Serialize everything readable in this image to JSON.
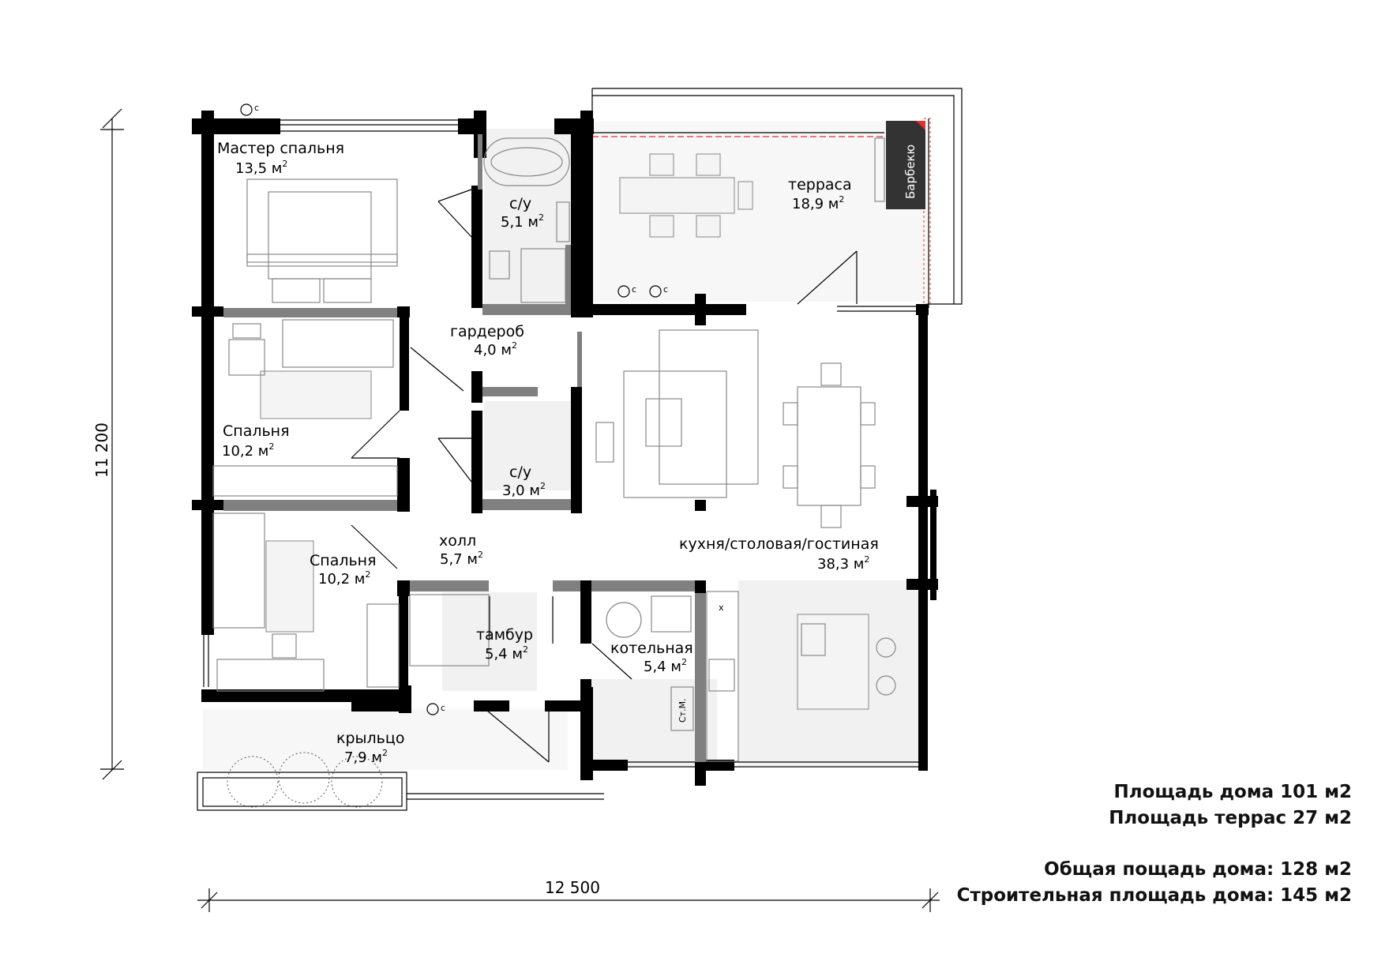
{
  "dimensions": {
    "width_label": "12 500",
    "height_label": "11 200"
  },
  "area_unit_suffix": "2",
  "rooms": [
    {
      "id": "master-bedroom",
      "name": "Мастер спальня",
      "area": "13,5 м"
    },
    {
      "id": "bathroom-1",
      "name": "с/у",
      "area": "5,1 м"
    },
    {
      "id": "terrace",
      "name": "терраса",
      "area": "18,9 м"
    },
    {
      "id": "wardrobe",
      "name": "гардероб",
      "area": "4,0 м"
    },
    {
      "id": "bedroom-1",
      "name": "Спальня",
      "area": "10,2 м"
    },
    {
      "id": "bathroom-2",
      "name": "с/у",
      "area": "3,0 м"
    },
    {
      "id": "hall",
      "name": "холл",
      "area": "5,7 м"
    },
    {
      "id": "bedroom-2",
      "name": "Спальня",
      "area": "10,2 м"
    },
    {
      "id": "kitchen-living",
      "name": "кухня/столовая/гостиная",
      "area": "38,3 м"
    },
    {
      "id": "vestibule",
      "name": "тамбур",
      "area": "5,4 м"
    },
    {
      "id": "boiler-room",
      "name": "котельная",
      "area": "5,4 м"
    },
    {
      "id": "porch",
      "name": "крыльцо",
      "area": "7,9 м"
    }
  ],
  "labels": {
    "bbq": "Барбекю",
    "washing_machine": "Ст.М.",
    "outlet_mark": "с",
    "cross_mark": "x"
  },
  "summary": [
    "Площадь дома 101 м2",
    "Площадь террас 27 м2",
    "Общая пощадь дома: 128 м2",
    "Строительная площадь дома: 145 м2"
  ],
  "colors": {
    "wall": "#000000",
    "partition": "#808080",
    "bbq_accent": "#e03030"
  }
}
